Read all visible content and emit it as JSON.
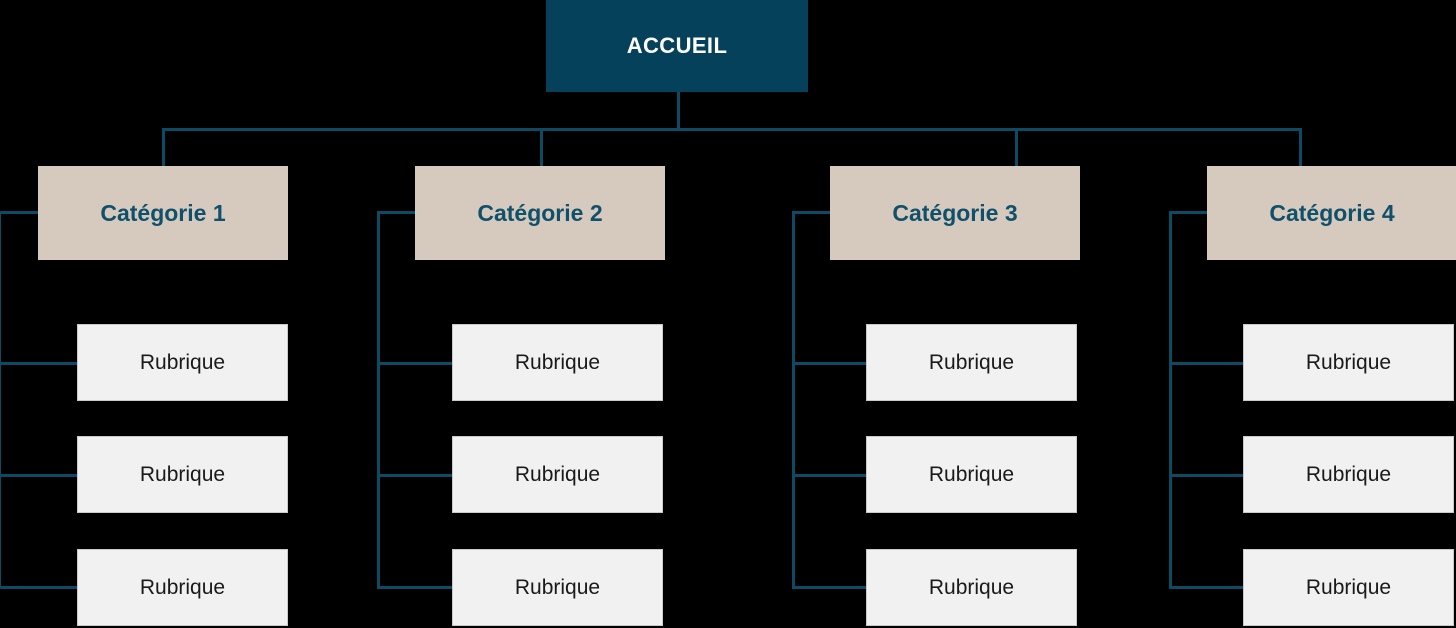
{
  "diagram": {
    "type": "site-map-tree",
    "title_text": "ACCUEIL",
    "background_color": "#000000",
    "colors": {
      "root_box": "#05415a",
      "root_text": "#ffffff",
      "category_box": "#d6cabf",
      "category_text": "#11506b",
      "topic_box": "#f1f1f1",
      "topic_border": "#c9c9c9",
      "topic_text": "#1a1a1a",
      "connector_line": "#0d4a63"
    }
  },
  "root": {
    "label": "ACCUEIL"
  },
  "categories": [
    {
      "label": "Catégorie 1",
      "topics": [
        {
          "label": "Rubrique"
        },
        {
          "label": "Rubrique"
        },
        {
          "label": "Rubrique"
        }
      ]
    },
    {
      "label": "Catégorie 2",
      "topics": [
        {
          "label": "Rubrique"
        },
        {
          "label": "Rubrique"
        },
        {
          "label": "Rubrique"
        }
      ]
    },
    {
      "label": "Catégorie 3",
      "topics": [
        {
          "label": "Rubrique"
        },
        {
          "label": "Rubrique"
        },
        {
          "label": "Rubrique"
        }
      ]
    },
    {
      "label": "Catégorie 4",
      "topics": [
        {
          "label": "Rubrique"
        },
        {
          "label": "Rubrique"
        },
        {
          "label": "Rubrique"
        }
      ]
    }
  ]
}
